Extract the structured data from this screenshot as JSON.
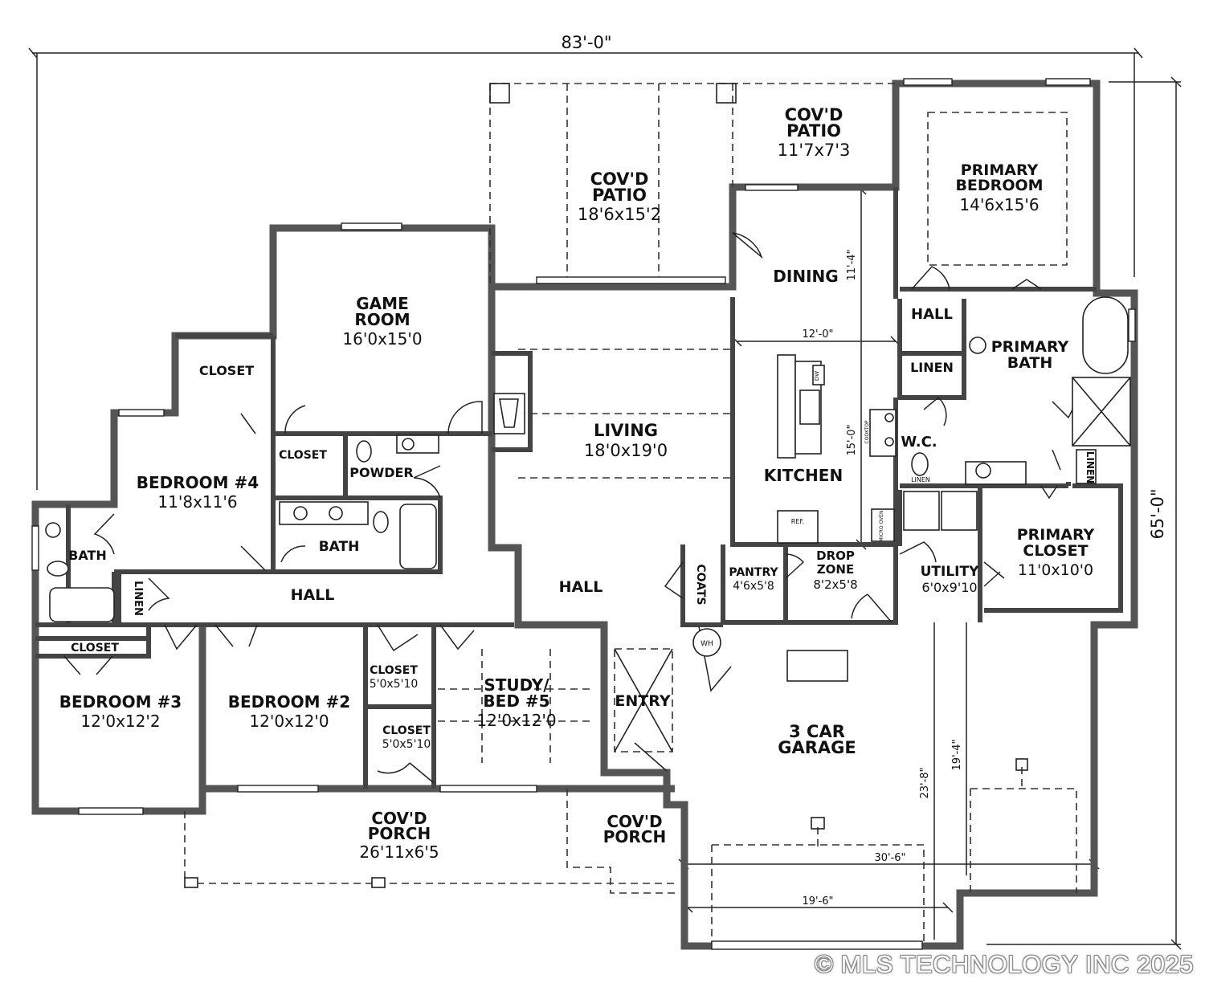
{
  "dimensions": {
    "overall_width": "83'-0\"",
    "overall_depth": "65'-0\"",
    "dining_depth": "11'-4\"",
    "dining_width": "12'-0\"",
    "kitchen_depth": "15'-0\"",
    "garage_depth_total": "23'-8\"",
    "garage_depth_inner": "19'-4\"",
    "garage_width_total": "30'-6\"",
    "garage_width_inner": "19'-6\""
  },
  "rooms": {
    "patio_right": {
      "name_1": "COV'D",
      "name_2": "PATIO",
      "size": "11'7x7'3"
    },
    "patio_center": {
      "name_1": "COV'D",
      "name_2": "PATIO",
      "size": "18'6x15'2"
    },
    "primary_bedroom": {
      "name_1": "PRIMARY",
      "name_2": "BEDROOM",
      "size": "14'6x15'6"
    },
    "game_room": {
      "name_1": "GAME",
      "name_2": "ROOM",
      "size": "16'0x15'0"
    },
    "dining": {
      "name": "DINING"
    },
    "hall_primary": {
      "name": "HALL"
    },
    "linen_primary": {
      "name": "LINEN"
    },
    "primary_bath": {
      "name_1": "PRIMARY",
      "name_2": "BATH"
    },
    "closet_top": {
      "name": "CLOSET"
    },
    "closet_game": {
      "name": "CLOSET"
    },
    "powder": {
      "name": "POWDER"
    },
    "living": {
      "name": "LIVING",
      "size": "18'0x19'0"
    },
    "kitchen": {
      "name": "KITCHEN"
    },
    "wc": {
      "name": "W.C."
    },
    "linen_wc": {
      "name": "LINEN"
    },
    "linen_bath": {
      "name": "LINEN"
    },
    "bedroom4": {
      "name": "BEDROOM #4",
      "size": "11'8x11'6"
    },
    "bath_left": {
      "name": "BATH"
    },
    "bath_center": {
      "name": "BATH"
    },
    "linen_hall": {
      "name": "LINEN"
    },
    "hall_left": {
      "name": "HALL"
    },
    "hall_center": {
      "name": "HALL"
    },
    "coats": {
      "name": "COATS"
    },
    "pantry": {
      "name": "PANTRY",
      "size": "4'6x5'8"
    },
    "drop_zone": {
      "name_1": "DROP",
      "name_2": "ZONE",
      "size": "8'2x5'8"
    },
    "utility": {
      "name": "UTILITY",
      "size": "6'0x9'10"
    },
    "primary_closet": {
      "name_1": "PRIMARY",
      "name_2": "CLOSET",
      "size": "11'0x10'0"
    },
    "closet_bed3": {
      "name": "CLOSET"
    },
    "bedroom3": {
      "name": "BEDROOM #3",
      "size": "12'0x12'2"
    },
    "bedroom2": {
      "name": "BEDROOM #2",
      "size": "12'0x12'0"
    },
    "closet_a": {
      "name": "CLOSET",
      "size": "5'0x5'10"
    },
    "closet_b": {
      "name": "CLOSET",
      "size": "5'0x5'10"
    },
    "study": {
      "name_1": "STUDY/",
      "name_2": "BED #5",
      "size": "12'0x12'0"
    },
    "entry": {
      "name": "ENTRY"
    },
    "garage": {
      "name_1": "3 CAR",
      "name_2": "GARAGE"
    },
    "porch_main": {
      "name_1": "COV'D",
      "name_2": "PORCH",
      "size": "26'11x6'5"
    },
    "porch_entry": {
      "name_1": "COV'D",
      "name_2": "PORCH"
    }
  },
  "fixtures": {
    "refrigerator": "REF.",
    "dishwasher": "DW",
    "cooktop": "COOKTOP",
    "water_heater": "WH",
    "linen_small": "LINEN",
    "oven": "MICRO OVEN"
  },
  "watermark": "© MLS TECHNOLOGY INC 2025"
}
